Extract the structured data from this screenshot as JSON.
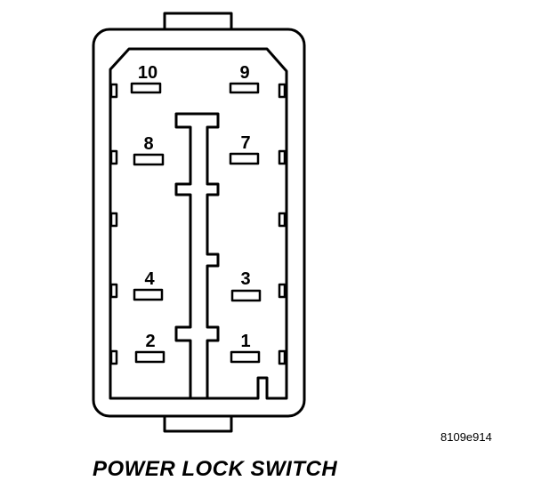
{
  "connector": {
    "pins": [
      {
        "number": "10"
      },
      {
        "number": "9"
      },
      {
        "number": "8"
      },
      {
        "number": "7"
      },
      {
        "number": "4"
      },
      {
        "number": "3"
      },
      {
        "number": "2"
      },
      {
        "number": "1"
      }
    ]
  },
  "figure_code": "8109e914",
  "caption": "POWER LOCK SWITCH",
  "colors": {
    "line": "#000000",
    "background": "#ffffff"
  }
}
